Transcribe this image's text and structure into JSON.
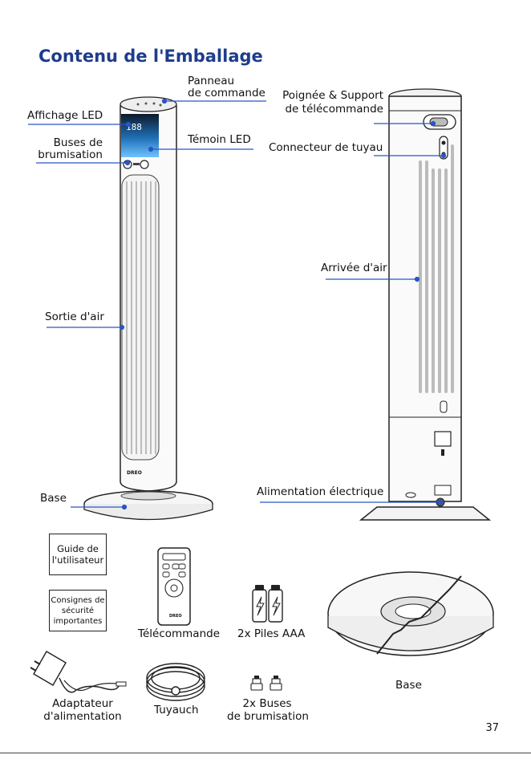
{
  "page": {
    "title": "Contenu de l'Emballage",
    "page_number": "37"
  },
  "front_labels": {
    "panel_line1": "Panneau",
    "panel_line2": "de commande",
    "led_display": "Affichage LED",
    "nozzles_line1": "Buses de",
    "nozzles_line2": "brumisation",
    "led_indicator": "Témoin LED",
    "air_outlet": "Sortie d'air",
    "base": "Base"
  },
  "back_labels": {
    "handle_line1": "Poignée & Support",
    "handle_line2": "de télécommande",
    "hose_connector": "Connecteur de tuyau",
    "air_inlet": "Arrivée d'air",
    "power_supply": "Alimentation électrique"
  },
  "device": {
    "display_digits": "188",
    "brand": "DREO"
  },
  "contents": {
    "user_guide_line1": "Guide de",
    "user_guide_line2": "l'utilisateur",
    "safety_line1": "Consignes de",
    "safety_line2": "sécurité",
    "safety_line3": "importantes",
    "remote": "Télécommande",
    "batteries": "2x Piles AAA",
    "base": "Base",
    "adapter_line1": "Adaptateur",
    "adapter_line2": "d'alimentation",
    "hose": "Tuyauch",
    "nozzles_line1": "2x Buses",
    "nozzles_line2": "de brumisation"
  },
  "colors": {
    "accent": "#1d3c8c",
    "leader": "#2b55c7",
    "led_glow": "#3fa9f5"
  }
}
